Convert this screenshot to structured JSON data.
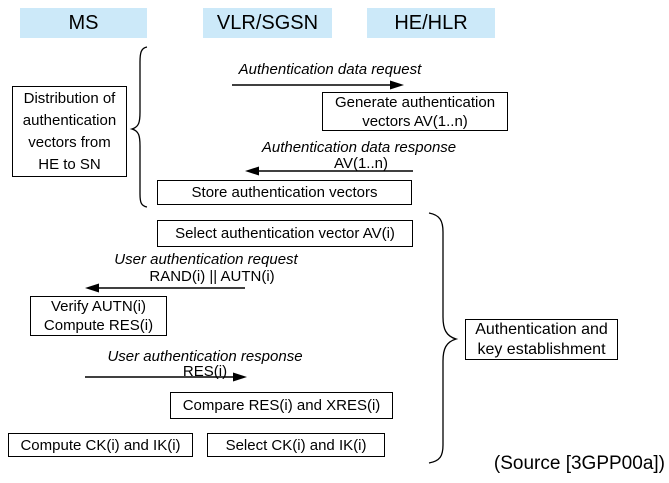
{
  "header": {
    "entities": [
      {
        "label": "MS"
      },
      {
        "label": "VLR/SGSN"
      },
      {
        "label": "HE/HLR"
      }
    ]
  },
  "messages": {
    "auth_data_request": {
      "label": "Authentication data request"
    },
    "auth_data_response": {
      "label": "Authentication data response",
      "payload": "AV(1..n)"
    },
    "user_auth_request": {
      "label": "User authentication request",
      "payload": "RAND(i) || AUTN(i)"
    },
    "user_auth_response": {
      "label": "User authentication response",
      "payload": "RES(i)"
    }
  },
  "boxes": {
    "distribution": "Distribution of\nauthentication\nvectors from\nHE to SN",
    "generate_vectors": "Generate authentication\nvectors AV(1..n)",
    "store_vectors": "Store authentication vectors",
    "select_vector": "Select authentication vector AV(i)",
    "verify_compute": "Verify AUTN(i)\nCompute RES(i)",
    "compare_res": "Compare RES(i) and XRES(i)",
    "compute_ck_ik": "Compute CK(i) and IK(i)",
    "select_ck_ik": "Select CK(i) and IK(i)",
    "auth_key_establishment": "Authentication and\nkey establishment"
  },
  "footer": {
    "source": "(Source [3GPP00a])"
  },
  "colors": {
    "entity_bg": "#cce9f9",
    "line": "#000000"
  }
}
